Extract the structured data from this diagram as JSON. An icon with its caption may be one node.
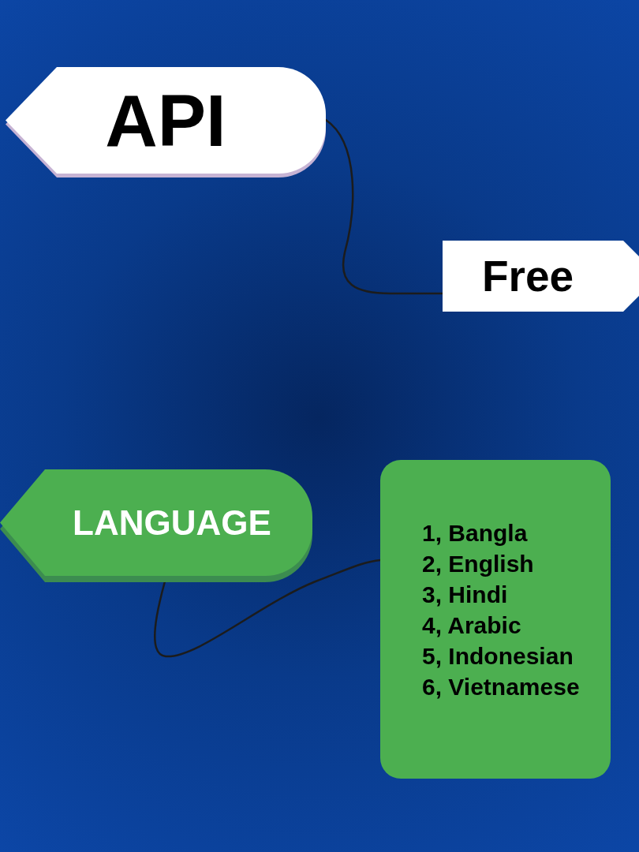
{
  "diagram": {
    "nodes": [
      {
        "text": [
          "API"
        ]
      },
      {
        "text": [
          "Free"
        ]
      },
      {
        "text": [
          "LANGUAGE"
        ]
      },
      {
        "text": [
          "1, Bangla",
          "2, English",
          "3, Hindi",
          "4, Arabic",
          "5, Indonesian",
          "6, Vietnamese"
        ]
      }
    ],
    "edges": [
      {
        "from": 0,
        "to": 1,
        "arrow": "none"
      },
      {
        "from": 2,
        "to": 3,
        "arrow": "none"
      }
    ]
  }
}
